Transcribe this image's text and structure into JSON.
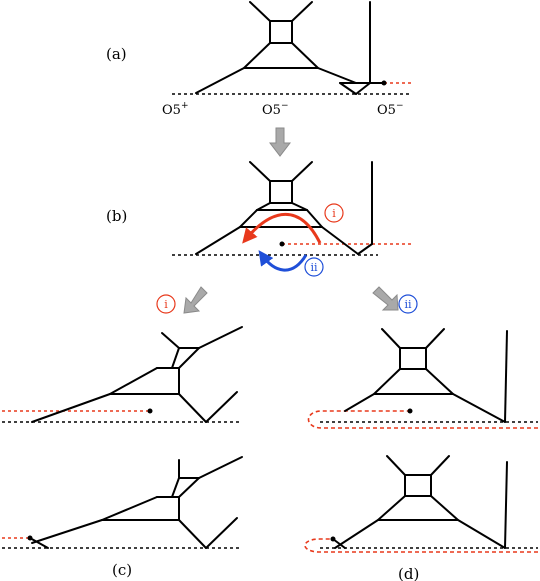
{
  "labels": {
    "a": "(a)",
    "b": "(b)",
    "c": "(c)",
    "d": "(d)"
  },
  "planes": {
    "o5_plus": "O5",
    "o5_plus_sup": "+",
    "o5_minus_mid": "O5",
    "o5_minus_mid_sup": "−",
    "o5_minus_right": "O5",
    "o5_minus_right_sup": "−"
  },
  "moves": {
    "i": "i",
    "ii": "ii"
  },
  "colors": {
    "red": "#e8391c",
    "blue": "#1f4fd8",
    "arrow_gray": "#a9a9a9",
    "ink": "#000000"
  }
}
